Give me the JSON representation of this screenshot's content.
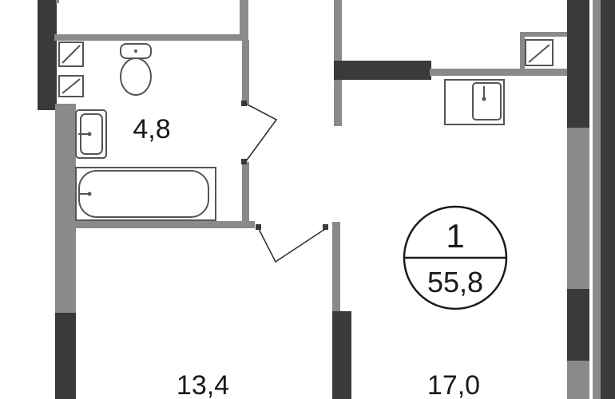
{
  "plan": {
    "rooms": [
      {
        "id": "bathroom",
        "area": "4,8"
      },
      {
        "id": "bedroom",
        "area": "13,4"
      },
      {
        "id": "living",
        "area": "17,0"
      }
    ],
    "apartment_badge": {
      "rooms_count": "1",
      "total_area": "55,8"
    },
    "colors": {
      "wall": "#8a8a8a",
      "wall_dark": "#3a3a3a",
      "fixture_stroke": "#555555",
      "text": "#1a1a1a"
    }
  }
}
